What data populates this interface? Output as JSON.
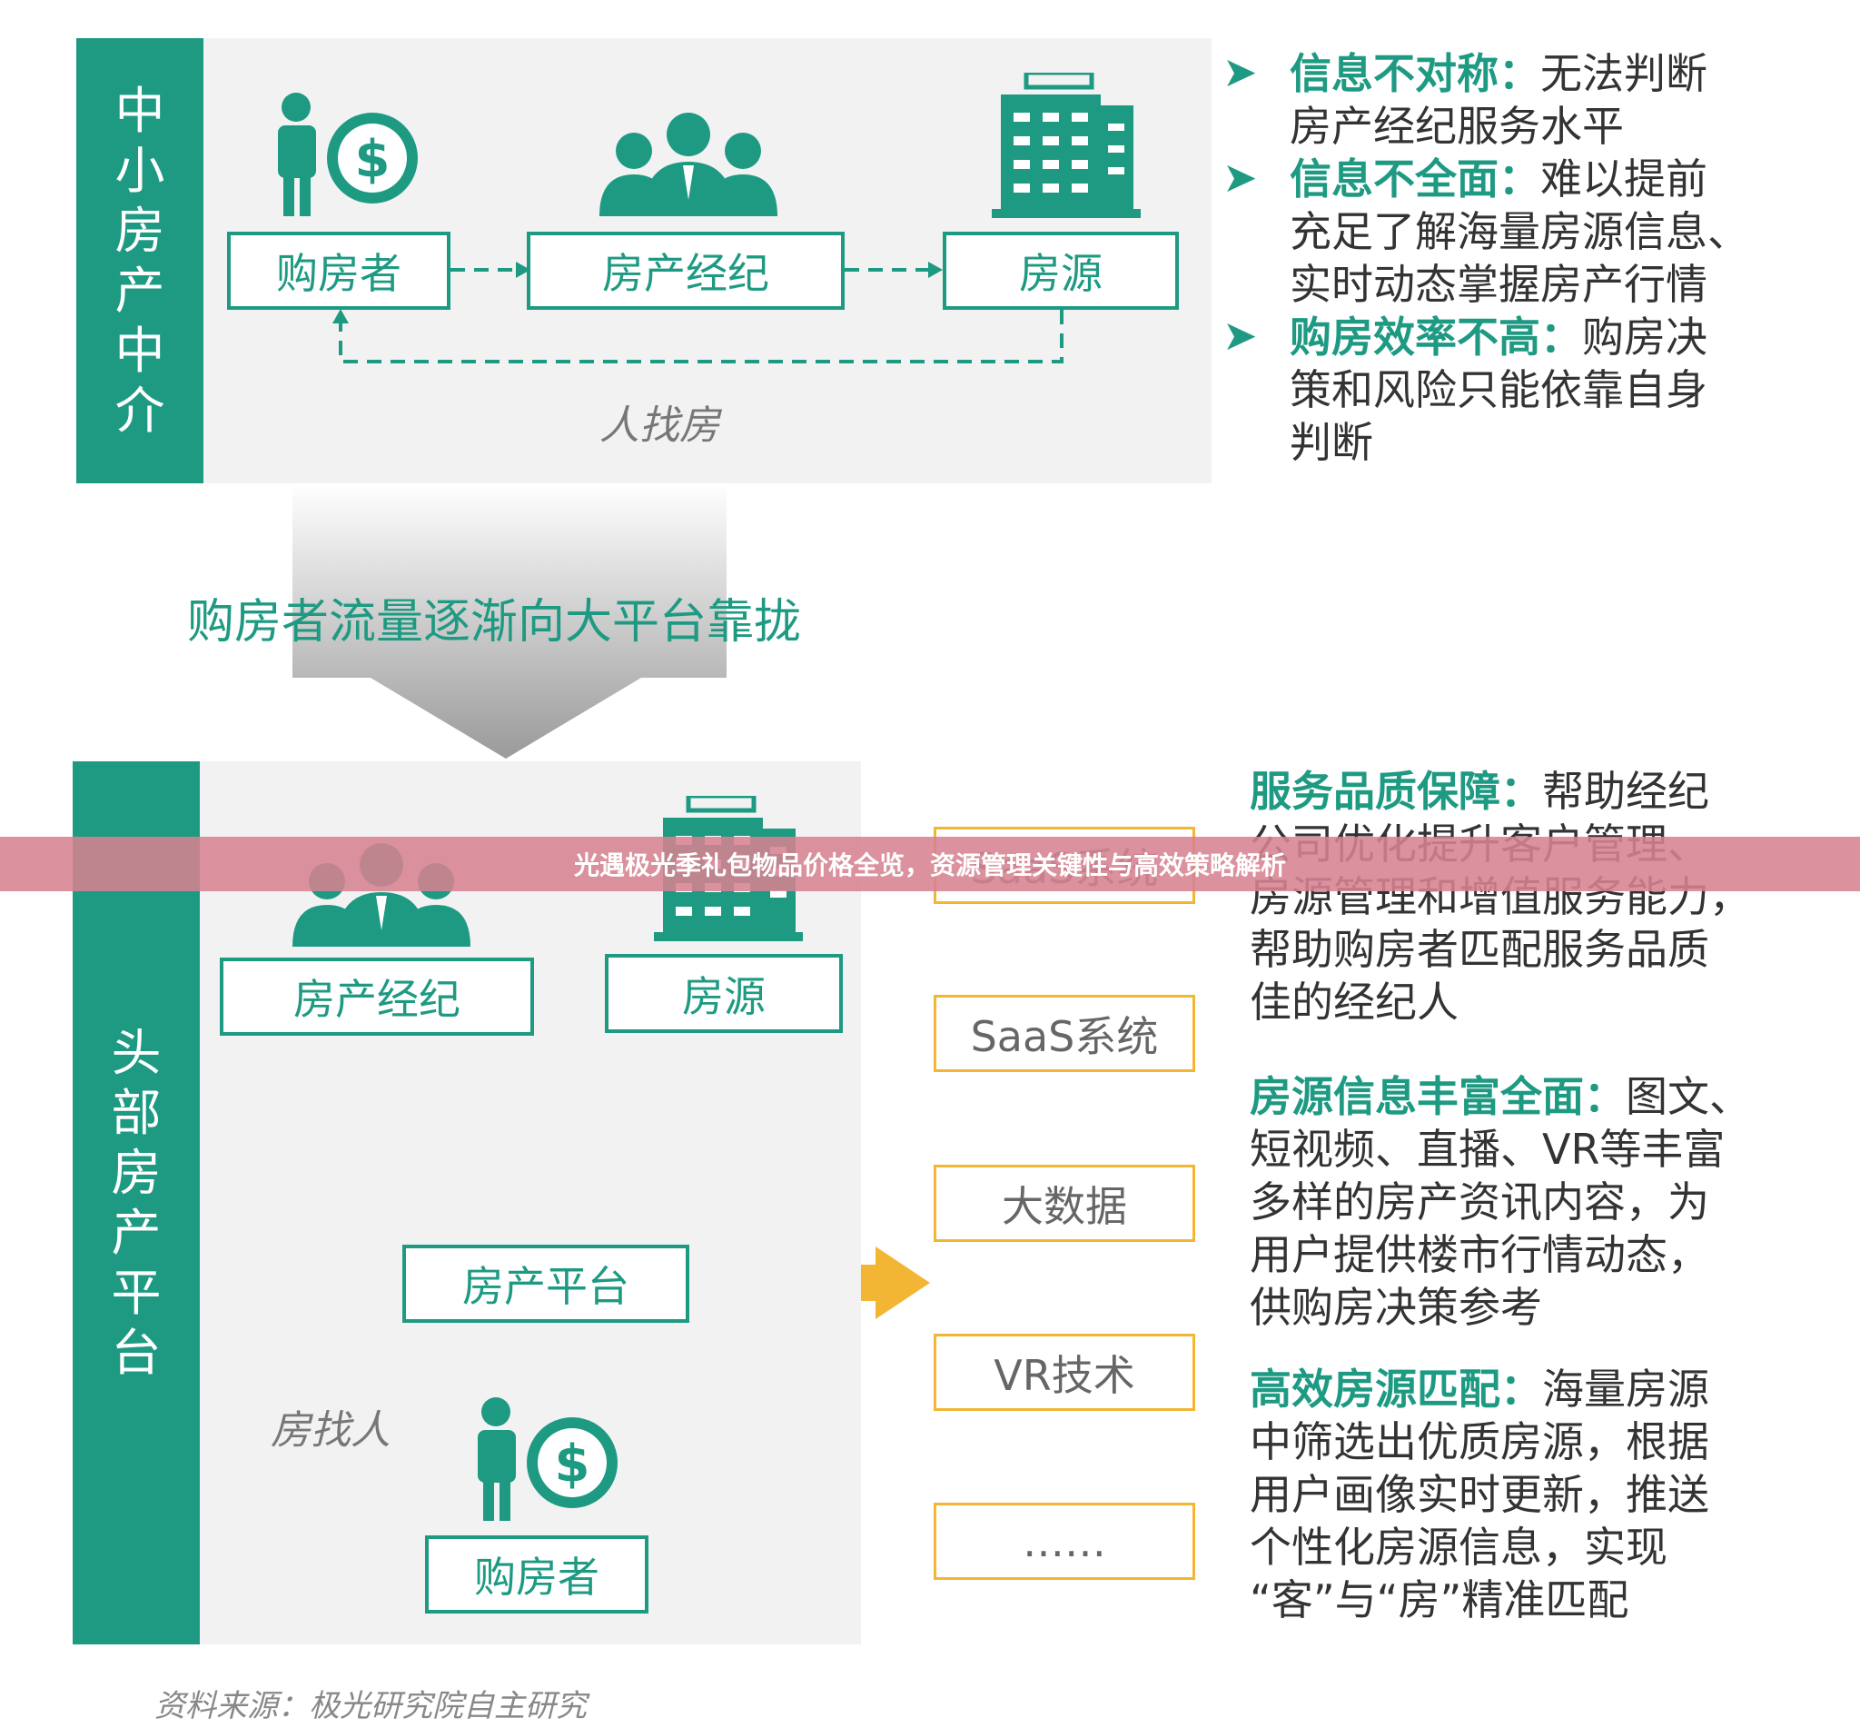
{
  "top": {
    "sidebar": "中小房产中介",
    "box_buyer": "购房者",
    "box_agent": "房产经纪",
    "box_source": "房源",
    "caption": "人找房"
  },
  "top_points": [
    {
      "head": "信息不对称：",
      "lines": [
        "无法判断",
        "房产经纪服务水平"
      ]
    },
    {
      "head": "信息不全面：",
      "lines": [
        "难以提前",
        "充足了解海量房源信息、",
        "实时动态掌握房产行情"
      ]
    },
    {
      "head": "购房效率不高：",
      "lines": [
        "购房决",
        "策和风险只能依靠自身",
        "判断"
      ]
    }
  ],
  "transition": "购房者流量逐渐向大平台靠拢",
  "bottom": {
    "sidebar": "头部房产平台",
    "box_agent": "房产经纪",
    "box_source": "房源",
    "box_platform": "房产平台",
    "box_buyer": "购房者",
    "caption": "房找人",
    "tech": [
      "SaaS系统",
      "大数据",
      "VR技术",
      "……"
    ]
  },
  "bottom_points": [
    {
      "head": "服务品质保障：",
      "lines": [
        "帮助经纪",
        "公司优化提升客户管理、",
        "房源管理和增值服务能力，",
        "帮助购房者匹配服务品质",
        "佳的经纪人"
      ]
    },
    {
      "head": "房源信息丰富全面：",
      "lines": [
        "图文、",
        "短视频、直播、VR等丰富",
        "多样的房产资讯内容，为",
        "用户提供楼市行情动态，",
        "供购房决策参考"
      ]
    },
    {
      "head": "高效房源匹配：",
      "lines": [
        "海量房源",
        "中筛选出优质房源，根据",
        "用户画像实时更新，推送",
        "个性化房源信息，实现",
        "“客”与“房”精准匹配"
      ]
    }
  ],
  "banner": "光遇极光季礼包物品价格全览，资源管理关键性与高效策略解析",
  "source": "资料来源：极光研究院自主研究",
  "colors": {
    "green": "#1e9a83",
    "orange": "#f2b534",
    "panel": "#f2f2f2",
    "banner": "#d68291"
  }
}
